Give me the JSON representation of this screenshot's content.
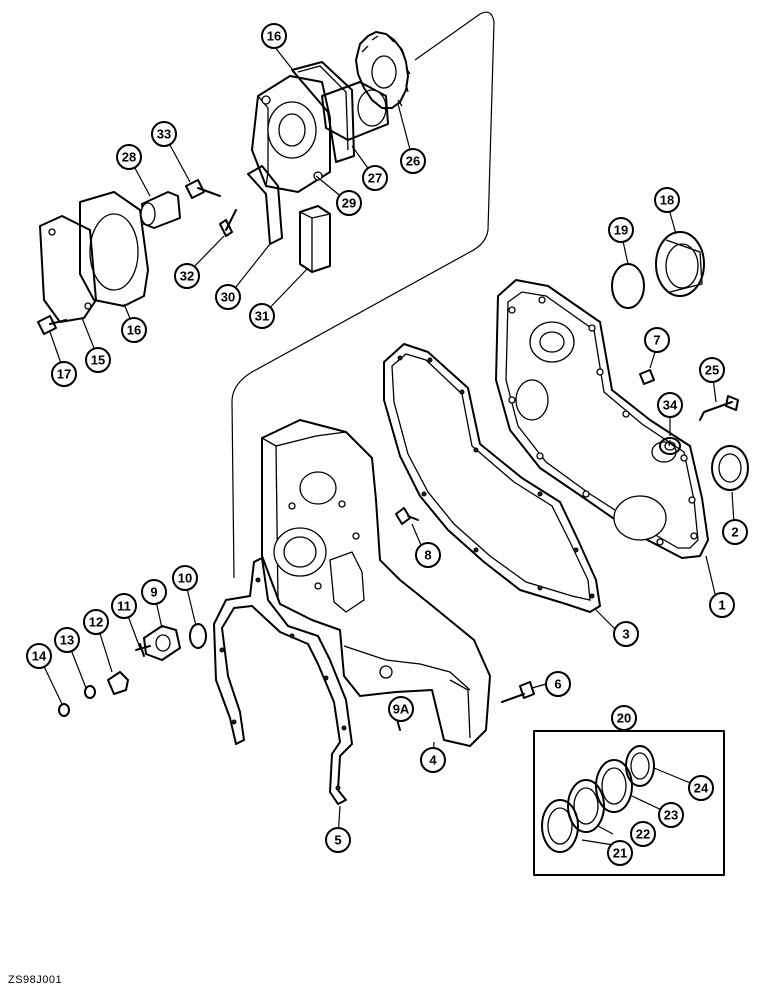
{
  "figure_code": "ZS98J001",
  "callouts": [
    {
      "id": "c1",
      "label": "1"
    },
    {
      "id": "c2",
      "label": "2"
    },
    {
      "id": "c3",
      "label": "3"
    },
    {
      "id": "c4",
      "label": "4"
    },
    {
      "id": "c5",
      "label": "5"
    },
    {
      "id": "c6",
      "label": "6"
    },
    {
      "id": "c7",
      "label": "7"
    },
    {
      "id": "c8",
      "label": "8"
    },
    {
      "id": "c9",
      "label": "9"
    },
    {
      "id": "c9a",
      "label": "9A"
    },
    {
      "id": "c10",
      "label": "10"
    },
    {
      "id": "c11",
      "label": "11"
    },
    {
      "id": "c12",
      "label": "12"
    },
    {
      "id": "c13",
      "label": "13"
    },
    {
      "id": "c14",
      "label": "14"
    },
    {
      "id": "c15",
      "label": "15"
    },
    {
      "id": "c16a",
      "label": "16"
    },
    {
      "id": "c16b",
      "label": "16"
    },
    {
      "id": "c17",
      "label": "17"
    },
    {
      "id": "c18",
      "label": "18"
    },
    {
      "id": "c19",
      "label": "19"
    },
    {
      "id": "c20",
      "label": "20"
    },
    {
      "id": "c21",
      "label": "21"
    },
    {
      "id": "c22",
      "label": "22"
    },
    {
      "id": "c23",
      "label": "23"
    },
    {
      "id": "c24",
      "label": "24"
    },
    {
      "id": "c25",
      "label": "25"
    },
    {
      "id": "c26",
      "label": "26"
    },
    {
      "id": "c27",
      "label": "27"
    },
    {
      "id": "c28",
      "label": "28"
    },
    {
      "id": "c29",
      "label": "29"
    },
    {
      "id": "c30",
      "label": "30"
    },
    {
      "id": "c31",
      "label": "31"
    },
    {
      "id": "c32",
      "label": "32"
    },
    {
      "id": "c33",
      "label": "33"
    },
    {
      "id": "c34",
      "label": "34"
    }
  ]
}
